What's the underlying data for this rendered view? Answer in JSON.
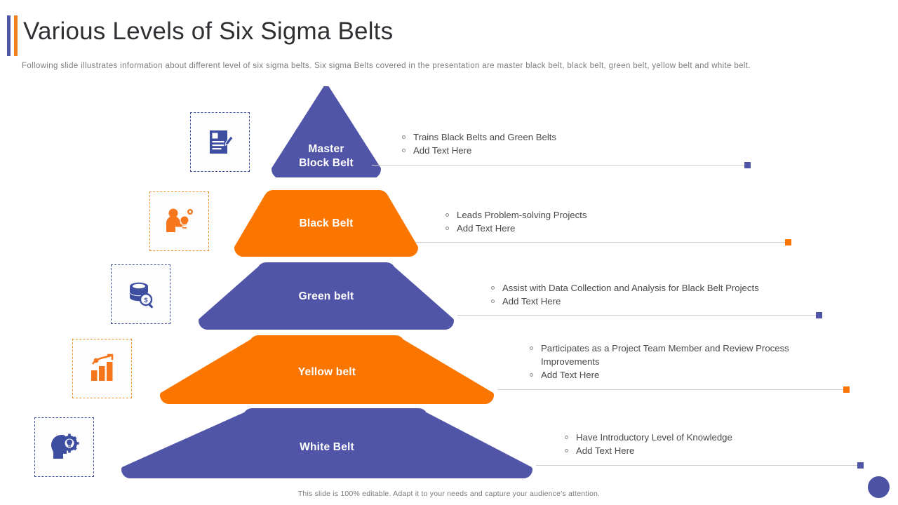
{
  "header": {
    "title": "Various Levels of Six Sigma Belts",
    "subtitle": "Following slide illustrates information about different level of six sigma belts. Six sigma Belts covered in the presentation are master black belt, black belt, green belt, yellow belt and white belt.",
    "accent_blue": "#4f55a8",
    "accent_orange": "#ef8022"
  },
  "colors": {
    "purple": "#5055a8",
    "orange": "#fb7501",
    "connector": "#cfcfcf",
    "text": "#4a4a4a"
  },
  "levels": [
    {
      "label": "Master\nBlock Belt",
      "label_line1": "Master",
      "label_line2": "Block Belt",
      "color": "#5055a8",
      "shape": "triangle",
      "icon": "document-pen-icon",
      "icon_color": "#3d4da0",
      "bullets": [
        "Trains Black Belts and Green Belts",
        "Add Text Here"
      ]
    },
    {
      "label": "Black Belt",
      "label_line1": "Black Belt",
      "label_line2": "",
      "color": "#fb7501",
      "shape": "trapezoid",
      "icon": "person-idea-icon",
      "icon_color": "#f0922c",
      "bullets": [
        "Leads Problem-solving Projects",
        "Add Text Here"
      ]
    },
    {
      "label": "Green belt",
      "label_line1": "Green belt",
      "label_line2": "",
      "color": "#5055a8",
      "shape": "trapezoid",
      "icon": "database-search-icon",
      "icon_color": "#3d4da0",
      "bullets": [
        "Assist with Data Collection and Analysis for Black Belt Projects",
        "Add Text Here"
      ]
    },
    {
      "label": "Yellow belt",
      "label_line1": "Yellow belt",
      "label_line2": "",
      "color": "#fb7501",
      "shape": "trapezoid",
      "icon": "growth-chart-icon",
      "icon_color": "#f0922c",
      "bullets": [
        "Participates as a Project Team Member and Review Process Improvements",
        "Add Text Here"
      ]
    },
    {
      "label": "White Belt",
      "label_line1": "White Belt",
      "label_line2": "",
      "color": "#5055a8",
      "shape": "trapezoid",
      "icon": "head-gear-idea-icon",
      "icon_color": "#3d4da0",
      "bullets": [
        "Have Introductory Level of Knowledge",
        "Add Text Here"
      ]
    }
  ],
  "footer": {
    "note": "This slide is 100% editable. Adapt it to your needs and capture your audience's attention."
  }
}
